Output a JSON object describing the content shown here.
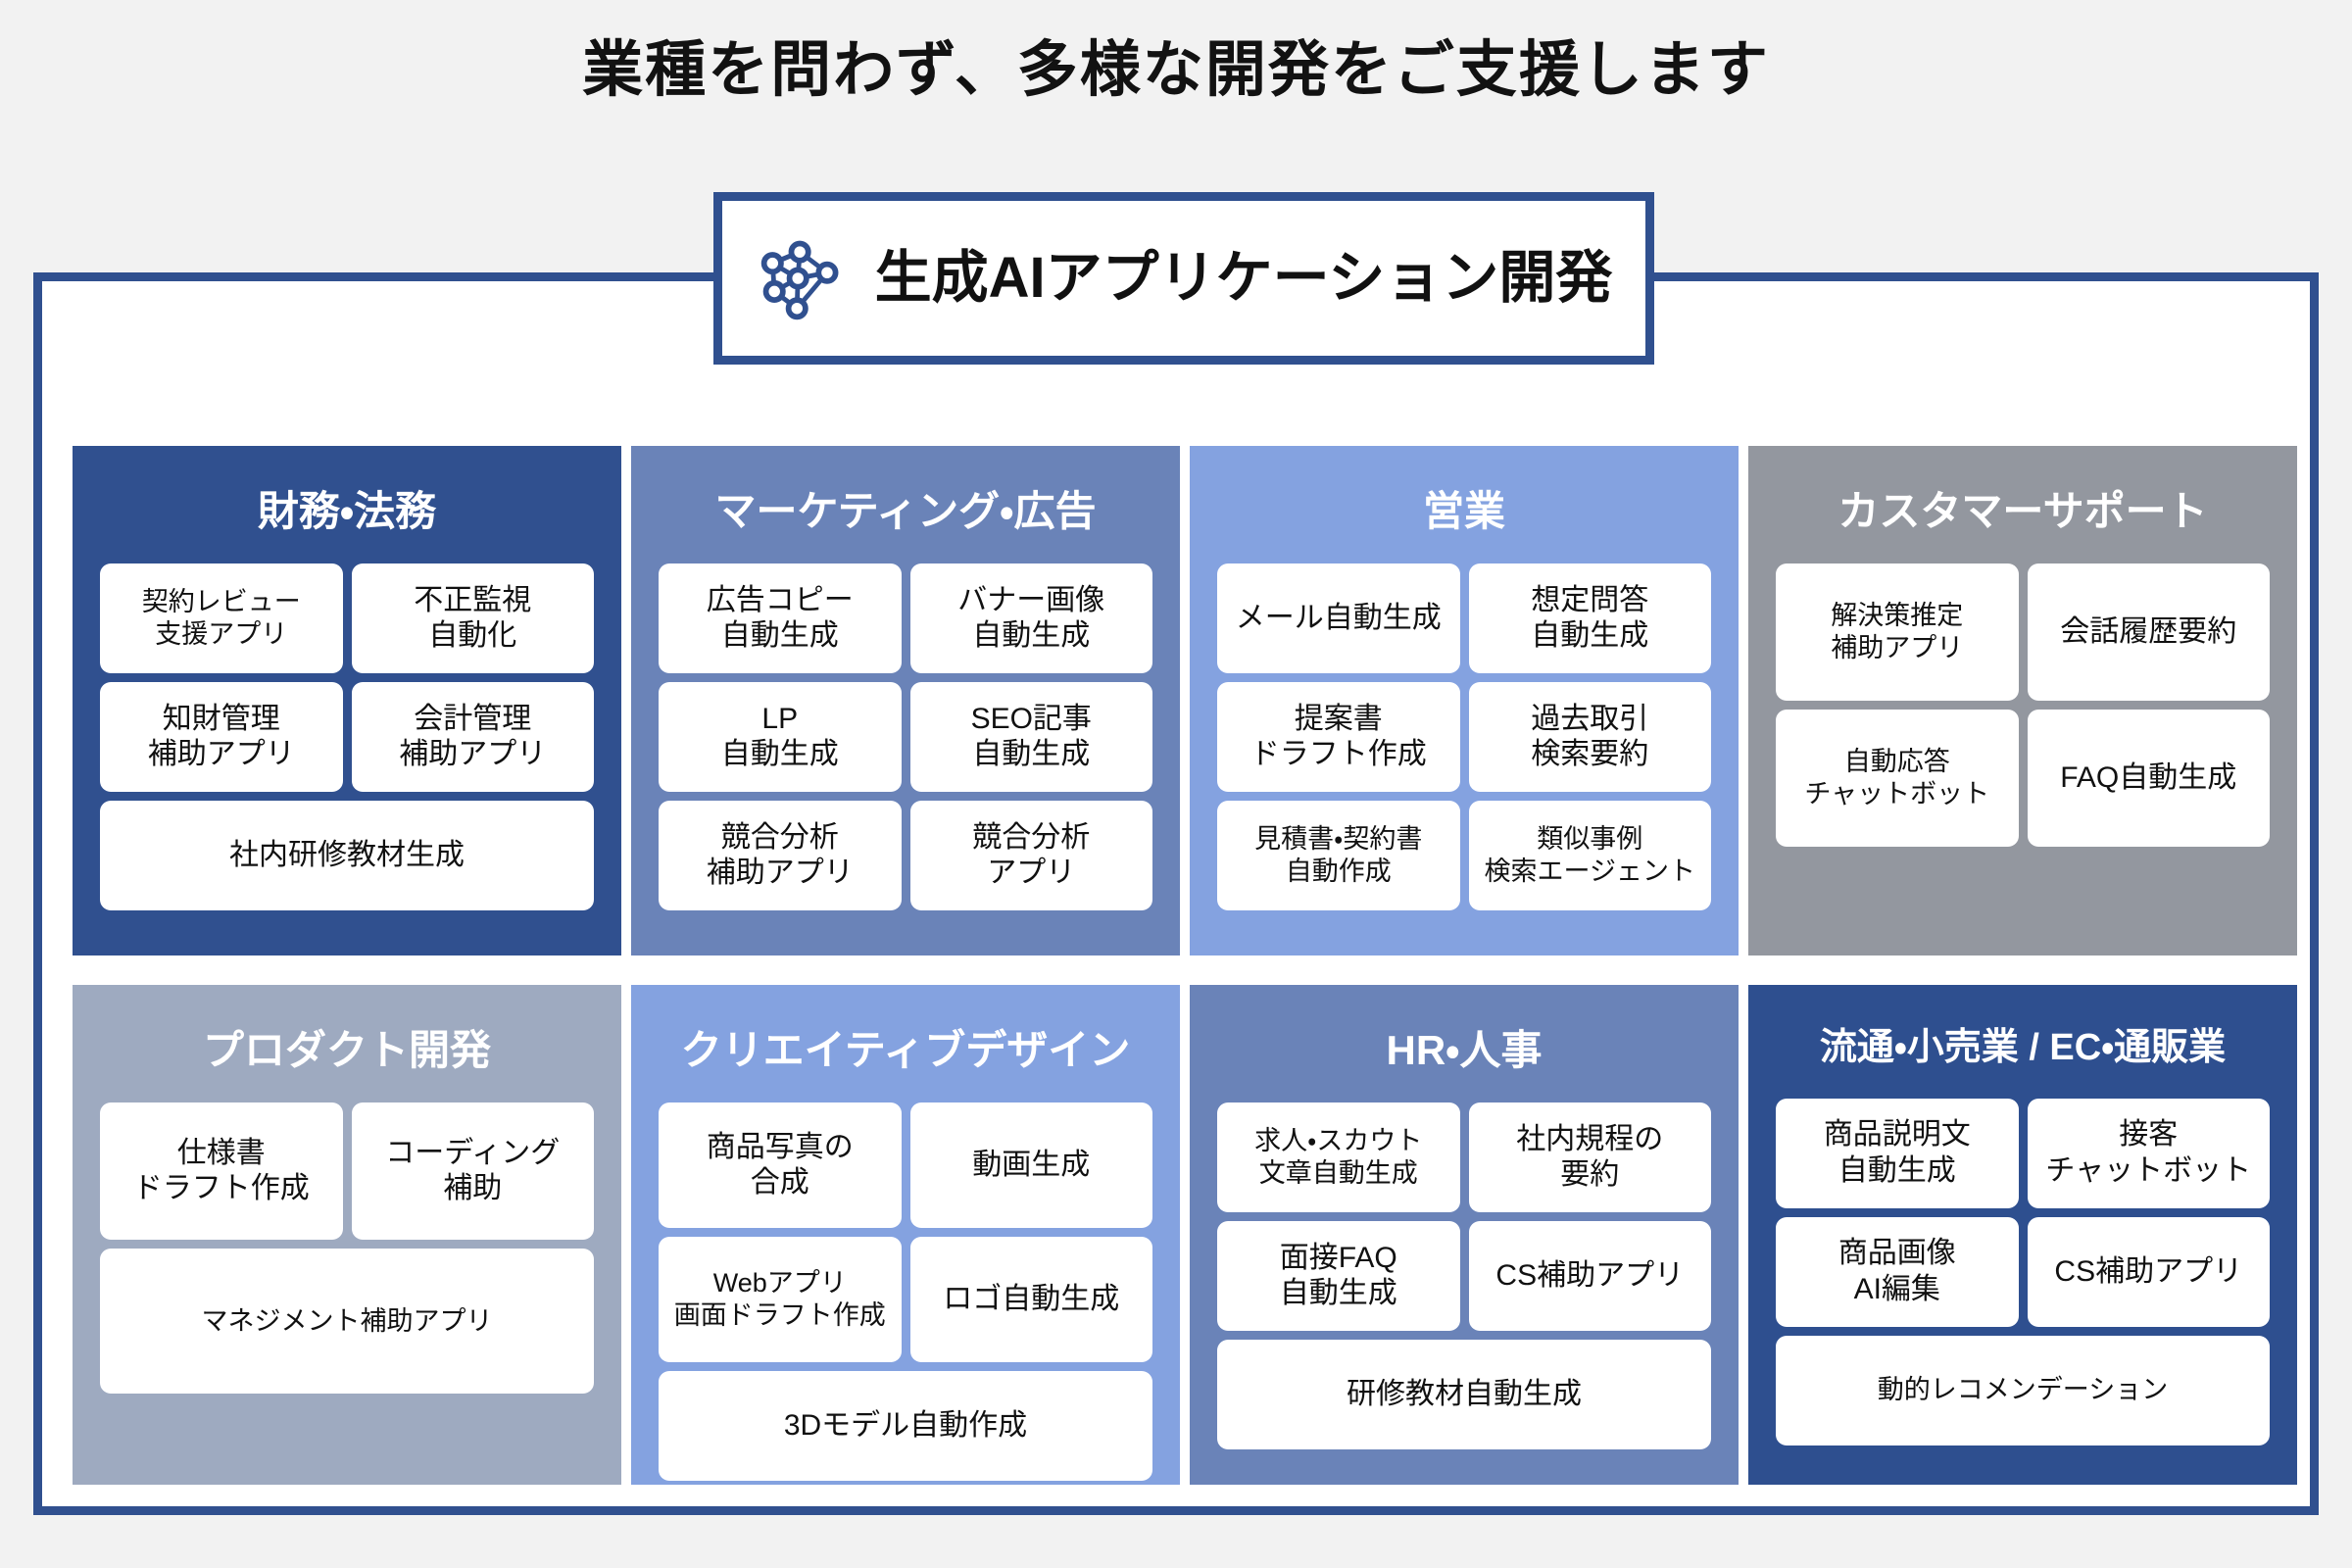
{
  "page": {
    "title": "業種を問わず、多様な開発をご支援します",
    "background_color": "#f2f2f2",
    "frame_color": "#30508F"
  },
  "header": {
    "label": "生成AIアプリケーション開発",
    "icon": "neural-network-icon",
    "icon_color": "#30508F",
    "border_color": "#30508F"
  },
  "cards": [
    {
      "title": "財務・法務",
      "color": "#30508F",
      "items": [
        {
          "text": "契約レビュー\n支援アプリ",
          "wide": false
        },
        {
          "text": "不正監視\n自動化",
          "wide": false
        },
        {
          "text": "知財管理\n補助アプリ",
          "wide": false
        },
        {
          "text": "会計管理\n補助アプリ",
          "wide": false
        },
        {
          "text": "社内研修教材生成",
          "wide": true
        }
      ]
    },
    {
      "title": "マーケティング・広告",
      "color": "#6A83B8",
      "items": [
        {
          "text": "広告コピー\n自動生成",
          "wide": false
        },
        {
          "text": "バナー画像\n自動生成",
          "wide": false
        },
        {
          "text": "LP\n自動生成",
          "wide": false
        },
        {
          "text": "SEO記事\n自動生成",
          "wide": false
        },
        {
          "text": "競合分析\n補助アプリ",
          "wide": false
        },
        {
          "text": "競合分析\nアプリ",
          "wide": false
        }
      ]
    },
    {
      "title": "営業",
      "color": "#84A2E0",
      "items": [
        {
          "text": "メール自動生成",
          "wide": false
        },
        {
          "text": "想定問答\n自動生成",
          "wide": false
        },
        {
          "text": "提案書\nドラフト作成",
          "wide": false
        },
        {
          "text": "過去取引\n検索要約",
          "wide": false
        },
        {
          "text": "見積書・契約書\n自動作成",
          "wide": false
        },
        {
          "text": "類似事例\n検索エージェント",
          "wide": false
        }
      ]
    },
    {
      "title": "カスタマーサポート",
      "color": "#93979F",
      "items": [
        {
          "text": "解決策推定\n補助アプリ",
          "wide": false
        },
        {
          "text": "会話履歴要約",
          "wide": false
        },
        {
          "text": "自動応答\nチャットボット",
          "wide": false
        },
        {
          "text": "FAQ自動生成",
          "wide": false
        }
      ]
    },
    {
      "title": "プロダクト開発",
      "color": "#9EAAC0",
      "items": [
        {
          "text": "仕様書\nドラフト作成",
          "wide": false
        },
        {
          "text": "コーディング\n補助",
          "wide": false
        },
        {
          "text": "マネジメント補助アプリ",
          "wide": true
        }
      ]
    },
    {
      "title": "クリエイティブデザイン",
      "color": "#84A2E0",
      "items": [
        {
          "text": "商品写真の\n合成",
          "wide": false
        },
        {
          "text": "動画生成",
          "wide": false
        },
        {
          "text": "Webアプリ\n画面ドラフト作成",
          "wide": false
        },
        {
          "text": "ロゴ自動生成",
          "wide": false
        },
        {
          "text": "3Dモデル自動作成",
          "wide": true
        }
      ]
    },
    {
      "title": "HR・人事",
      "color": "#6A83B8",
      "items": [
        {
          "text": "求人・スカウト\n文章自動生成",
          "wide": false
        },
        {
          "text": "社内規程の\n要約",
          "wide": false
        },
        {
          "text": "面接FAQ\n自動生成",
          "wide": false
        },
        {
          "text": "CS補助アプリ",
          "wide": false
        },
        {
          "text": "研修教材自動生成",
          "wide": true
        }
      ]
    },
    {
      "title": "流通・小売業 / EC・通販業",
      "color": "#2E4F8F",
      "items": [
        {
          "text": "商品説明文\n自動生成",
          "wide": false
        },
        {
          "text": "接客\nチャットボット",
          "wide": false
        },
        {
          "text": "商品画像\nAI編集",
          "wide": false
        },
        {
          "text": "CS補助アプリ",
          "wide": false
        },
        {
          "text": "動的レコメンデーション",
          "wide": true
        }
      ]
    }
  ]
}
